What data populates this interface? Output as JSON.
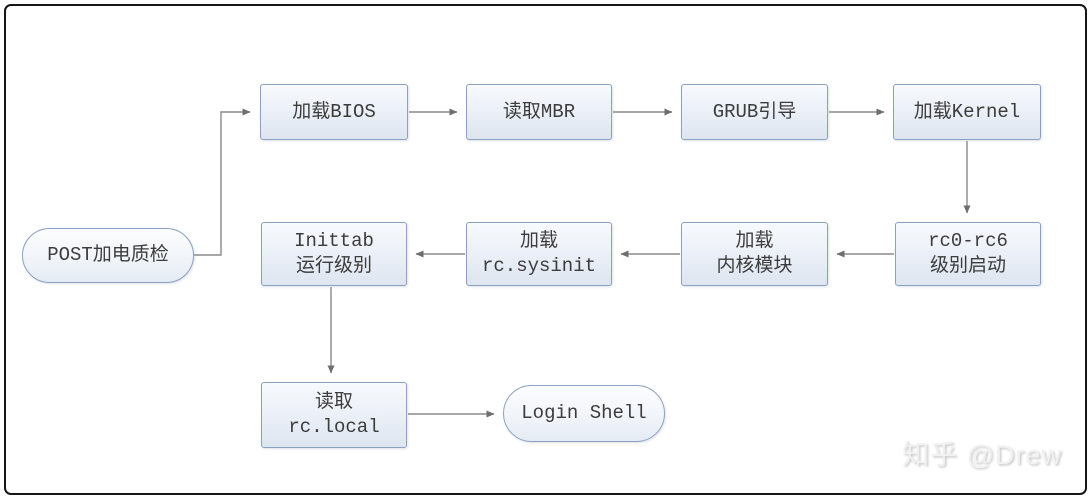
{
  "diagram": {
    "title_hint": "Linux boot process flowchart",
    "nodes": {
      "post": {
        "label": "POST加电质检"
      },
      "bios": {
        "label": "加载BIOS"
      },
      "mbr": {
        "label": "读取MBR"
      },
      "grub": {
        "label": "GRUB引导"
      },
      "kernel": {
        "label": "加载Kernel"
      },
      "rc06": {
        "line1": "rc0-rc6",
        "line2": "级别启动"
      },
      "kmod": {
        "line1": "加载",
        "line2": "内核模块"
      },
      "sysinit": {
        "line1": "加载",
        "line2": "rc.sysinit"
      },
      "inittab": {
        "line1": "Inittab",
        "line2": "运行级别"
      },
      "rclocal": {
        "line1": "读取",
        "line2": "rc.local"
      },
      "login": {
        "label": "Login Shell"
      }
    },
    "edges": [
      {
        "from": "post",
        "to": "bios"
      },
      {
        "from": "bios",
        "to": "mbr"
      },
      {
        "from": "mbr",
        "to": "grub"
      },
      {
        "from": "grub",
        "to": "kernel"
      },
      {
        "from": "kernel",
        "to": "rc06"
      },
      {
        "from": "rc06",
        "to": "kmod"
      },
      {
        "from": "kmod",
        "to": "sysinit"
      },
      {
        "from": "sysinit",
        "to": "inittab"
      },
      {
        "from": "inittab",
        "to": "rclocal"
      },
      {
        "from": "rclocal",
        "to": "login"
      }
    ],
    "colors": {
      "node_border": "#8ba1bf",
      "node_fill_top": "#f7fafd",
      "node_fill_bottom": "#dde5f0",
      "connector": "#7a7a7a",
      "text": "#3c3c3c",
      "frame_border": "#161616"
    },
    "watermark": "知乎 @Drew"
  }
}
